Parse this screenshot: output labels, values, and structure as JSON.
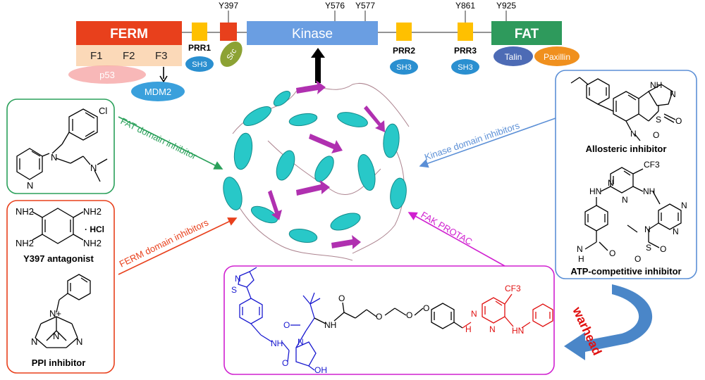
{
  "domain_bar": {
    "ferm": "FERM",
    "subdomains": [
      "F1",
      "F2",
      "F3"
    ],
    "kinase": "Kinase",
    "fat": "FAT",
    "prr": [
      "PRR1",
      "PRR2",
      "PRR3"
    ],
    "sh3": "SH3",
    "tyrosines": [
      "Y397",
      "Y576",
      "Y577",
      "Y861",
      "Y925"
    ],
    "partners": {
      "p53": "p53",
      "mdm2": "MDM2",
      "src": "Src",
      "talin": "Talin",
      "paxillin": "Paxillin"
    }
  },
  "arrows": {
    "fat": "FAT domain inhibitor",
    "ferm": "FERM domain inhibitors",
    "kinase": "Kinase domain inhibitors",
    "protac": "FAK PROTAC",
    "warhead": "warhead"
  },
  "boxes": {
    "fat_box": {
      "atoms": {
        "cl": "Cl",
        "n_amine": "N",
        "n_pyridine": "N",
        "n_dimethyl": "N"
      }
    },
    "ferm_box": {
      "y397_label": "Y397 antagonist",
      "ppi_label": "PPI inhibitor",
      "hcl": "· HCl",
      "nh2": "NH2",
      "n_plus": "N+",
      "n": "N"
    },
    "kinase_box": {
      "allosteric_label": "Allosteric inhibitor",
      "atp_label": "ATP-competitive inhibitor",
      "atoms": {
        "nh": "NH",
        "hn": "HN",
        "n": "N",
        "s": "S",
        "o": "O",
        "cf3": "CF3",
        "h": "H"
      }
    },
    "protac_box": {
      "atoms": {
        "s": "S",
        "n": "N",
        "o": "O",
        "nh": "NH",
        "h": "H",
        "oh": "OH",
        "hn": "HN",
        "cf3": "CF3"
      }
    }
  },
  "colors": {
    "ferm": "#e8401c",
    "ferm_sub": "#fbd9b8",
    "p53": "#f5a0a0",
    "mdm2": "#3aa0dc",
    "prr": "#ffc000",
    "src_box": "#e8401c",
    "src_partner": "#8ca234",
    "kinase": "#6a9ee2",
    "fat": "#2e9a5c",
    "talin": "#4d6bb5",
    "paxillin": "#f0901e",
    "fat_green": "#2aa05a",
    "ferm_red": "#e8401c",
    "kinase_blue": "#5b8fd6",
    "protac_magenta": "#d020d0",
    "warhead_red": "#e01010",
    "helix": "#28c8c8",
    "sheet": "#b030b0"
  },
  "icons": [
    "up-arrow-icon",
    "down-arrow-icon",
    "curved-arrow-icon",
    "protein-structure-icon"
  ]
}
